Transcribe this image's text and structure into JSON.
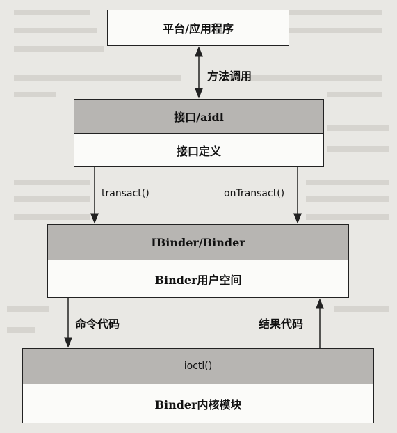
{
  "app": {
    "label": "平台/应用程序"
  },
  "method_call": "方法调用",
  "aidl_box": {
    "top": "接口/aidl",
    "bottom": "接口定义"
  },
  "transact": "transact()",
  "on_transact": "onTransact()",
  "binder_box": {
    "top": "IBinder/Binder",
    "bottom": "Binder用户空间"
  },
  "command_code": "命令代码",
  "result_code": "结果代码",
  "kernel_box": {
    "top": "ioctl()",
    "bottom": "Binder内核模块"
  },
  "colors": {
    "shade": "#b7b5b2",
    "box": "#fbfbf9",
    "page": "#e9e8e4"
  }
}
